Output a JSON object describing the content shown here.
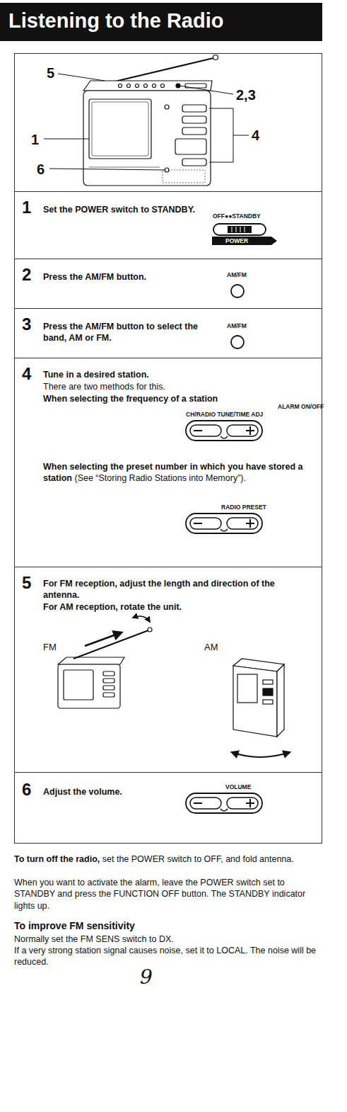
{
  "diagram": {
    "title": "Listening to the Radio",
    "nodes": [
      {
        "text": [
          "1",
          "Set the POWER switch to STANDBY.",
          "OFF●●STANDBY",
          "POWER"
        ]
      },
      {
        "text": [
          "2",
          "Press the AM/FM button.",
          "AM/FM"
        ]
      },
      {
        "text": [
          "3",
          "Press the AM/FM button to select the band, AM or FM.",
          "AM/FM"
        ]
      },
      {
        "text": [
          "4",
          "Tune in a desired station.",
          "There are two methods for this.",
          "When selecting the frequency of a station",
          "ALARM ON/OFF",
          "CH/RADIO TUNE/TIME ADJ",
          "When selecting the preset number in which you have stored a station",
          "(See “Storing Radio Stations into Memory”).",
          "RADIO PRESET"
        ]
      },
      {
        "text": [
          "5",
          "For FM reception, adjust the length and direction of the antenna.",
          "For AM reception, rotate the unit.",
          "FM",
          "AM"
        ]
      },
      {
        "text": [
          "6",
          "Adjust the volume.",
          "VOLUME"
        ]
      }
    ],
    "labels": [
      "5",
      "2,3",
      "1",
      "6",
      "4",
      "To turn off the radio,",
      "set the POWER switch to OFF, and fold antenna.",
      "When you want to activate the alarm, leave the POWER switch set to STANDBY and press the FUNCTION OFF button. The STANDBY indicator lights up.",
      "To improve FM sensitivity",
      "Normally set the FM SENS switch to DX.",
      "If a very strong station signal causes noise, set it to LOCAL. The noise will be reduced.",
      "9"
    ]
  }
}
